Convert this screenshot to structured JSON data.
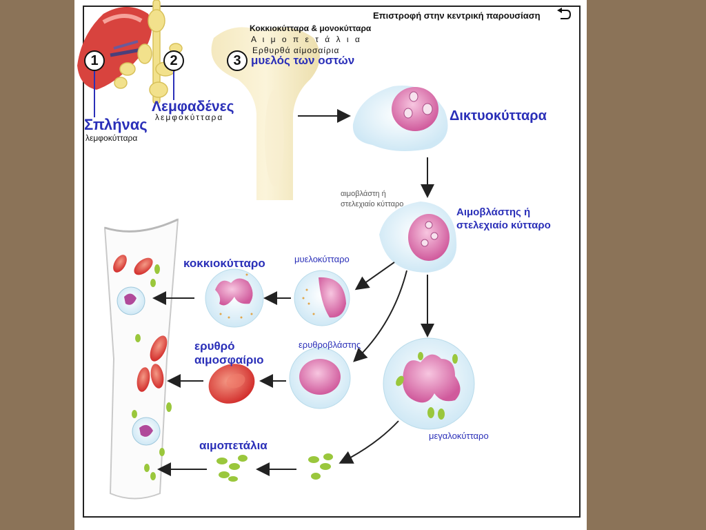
{
  "nav": {
    "back_label": "Επιστροφή στην κεντρική παρουσίαση",
    "back_icon": "return-arrow-icon"
  },
  "sources": {
    "spleen": {
      "number": "1",
      "title": "Σπλήνας",
      "subtitle": "λεμφοκύτταρα"
    },
    "lymph": {
      "number": "2",
      "title": "Λεμφαδένες",
      "subtitle": "λεμφοκύτταρα"
    },
    "marrow": {
      "number": "3",
      "title": "μυελός των οστών",
      "lines": [
        "Κοκκιοκύτταρα & μονοκύτταρα",
        "Α ι μ ο π ε τ ά λ ι α",
        "Ερθυρθά αίμοσαίρια"
      ]
    }
  },
  "cells": {
    "reticulocyte": "Δικτυοκύτταρα",
    "stem_small": [
      "αιμοβλάστη ή",
      "στελεχιαίο κύτταρο"
    ],
    "stem_big": [
      "Αιμοβλάστης ή",
      "στελεχιαίο κύτταρο"
    ],
    "myelocyte": "μυελοκύτταρο",
    "granulocyte": "κοκκιοκύτταρο",
    "erythroblast": "ερυθροβλάστης",
    "red_cell": [
      "ερυθρό",
      "αιμοσφαίριο"
    ],
    "megakaryocyte": "μεγαλοκύτταρο",
    "platelets": "αιμοπετάλια"
  },
  "colors": {
    "label_blue": "#2a2fb8",
    "cell_pink": "#d86aa8",
    "cell_halo": "#e4f3fb",
    "rbc_red": "#e2463e",
    "platelet_green": "#9ac73c",
    "background": "#8b7358"
  }
}
